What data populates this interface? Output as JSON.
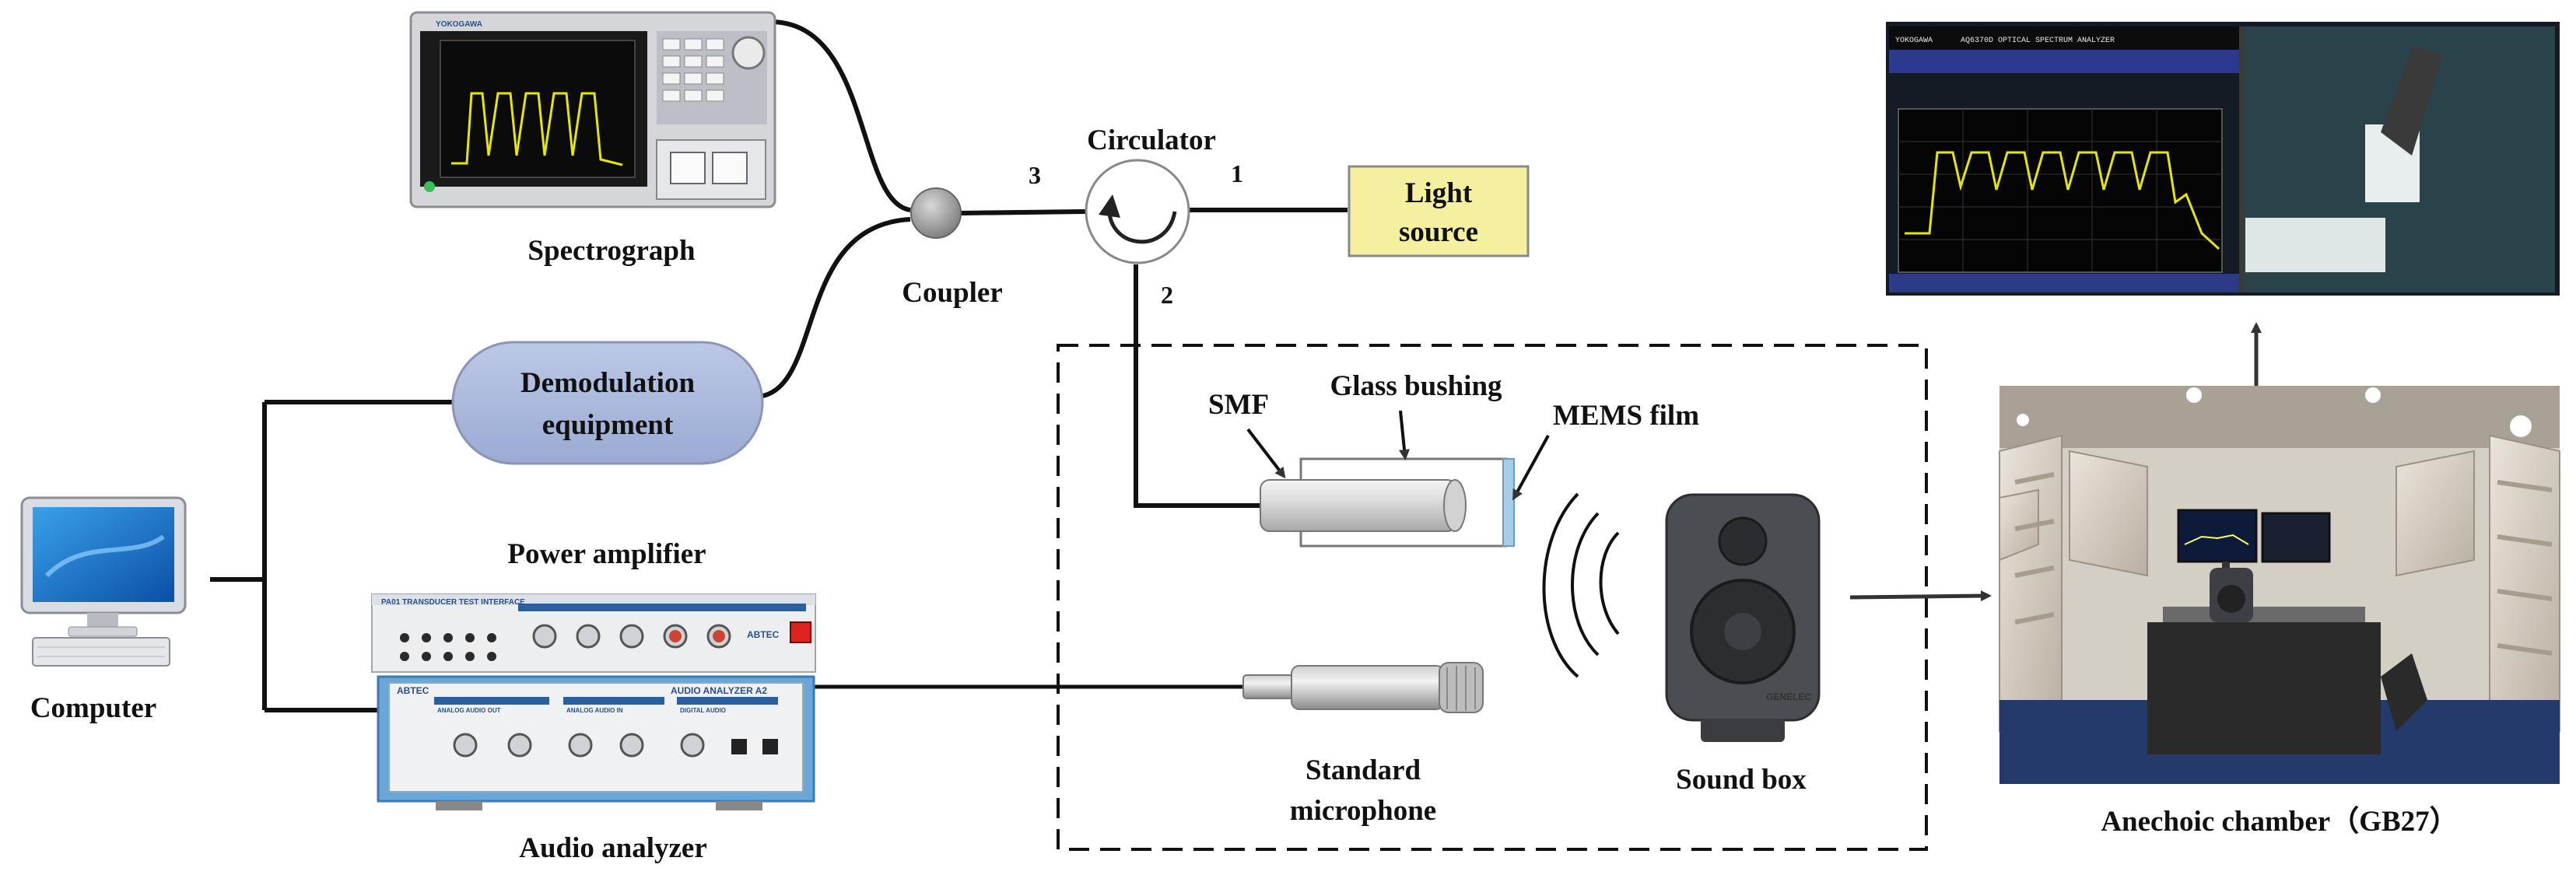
{
  "labels": {
    "spectrograph": "Spectrograph",
    "coupler": "Coupler",
    "circulator": "Circulator",
    "port1": "1",
    "port2": "2",
    "port3": "3",
    "light_source_line1": "Light",
    "light_source_line2": "source",
    "demod_line1": "Demodulation",
    "demod_line2": "equipment",
    "computer": "Computer",
    "power_amplifier": "Power amplifier",
    "audio_analyzer": "Audio analyzer",
    "smf": "SMF",
    "glass_bushing": "Glass bushing",
    "mems_film": "MEMS film",
    "std_mic_line1": "Standard",
    "std_mic_line2": "microphone",
    "sound_box": "Sound box",
    "anechoic": "Anechoic chamber（GB27）"
  },
  "device_text": {
    "abtec_top": "ABTEC",
    "abtec_bottom": "ABTEC",
    "pa_title": "PA01  TRANSDUCER TEST INTERFACE",
    "aa_title": "AUDIO ANALYZER  A2",
    "aa_out": "ANALOG AUDIO OUT",
    "aa_in": "ANALOG AUDIO IN",
    "aa_dig": "DIGITAL AUDIO",
    "genelec": "GENELEC",
    "yokogawa": "YOKOGAWA",
    "osa_title": "AQ6370D OPTICAL SPECTRUM ANALYZER"
  },
  "colors": {
    "light_source_fill": "#f5f0a0",
    "demod_fill": "#a9b8dc",
    "mems_film": "#a9cde6",
    "spectrum_trace": "#e6e600",
    "line": "#111111"
  }
}
